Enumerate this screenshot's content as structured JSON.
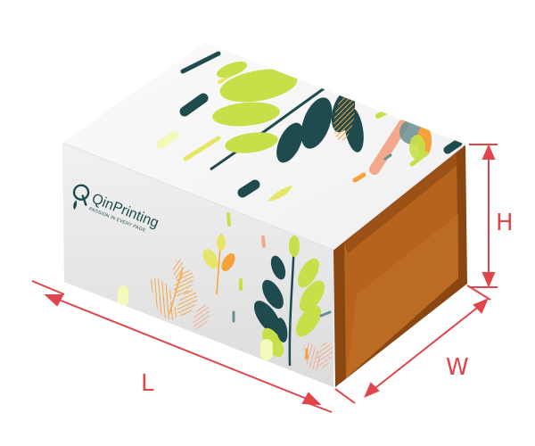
{
  "brand": {
    "name": "QinPrinting",
    "tagline": "PASSION IN EVERY PAGE"
  },
  "dimensions": {
    "length": "L",
    "width": "W",
    "height": "H"
  },
  "colors": {
    "dimension_lines": "#e0454b",
    "interior": "#b5631d",
    "leaf_dark": "#1f4b4f",
    "leaf_lime": "#c6e04a",
    "accent_orange": "#f5a23a",
    "accent_salmon": "#f3a78c"
  }
}
